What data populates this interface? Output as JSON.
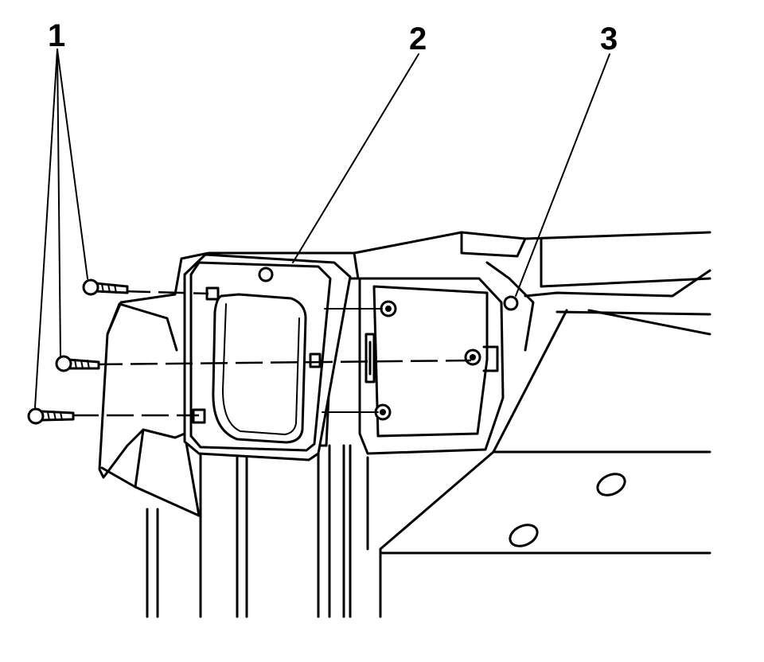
{
  "callouts": [
    {
      "id": "1",
      "text": "1"
    },
    {
      "id": "2",
      "text": "2"
    },
    {
      "id": "3",
      "text": "3"
    }
  ],
  "colors": {
    "line": "#000000",
    "background": "#ffffff"
  },
  "parts": {
    "fasteners": "screw-icon",
    "module": "control-module-icon",
    "bracket": "mounting-bracket-icon",
    "locator": "locator-hole-icon"
  }
}
